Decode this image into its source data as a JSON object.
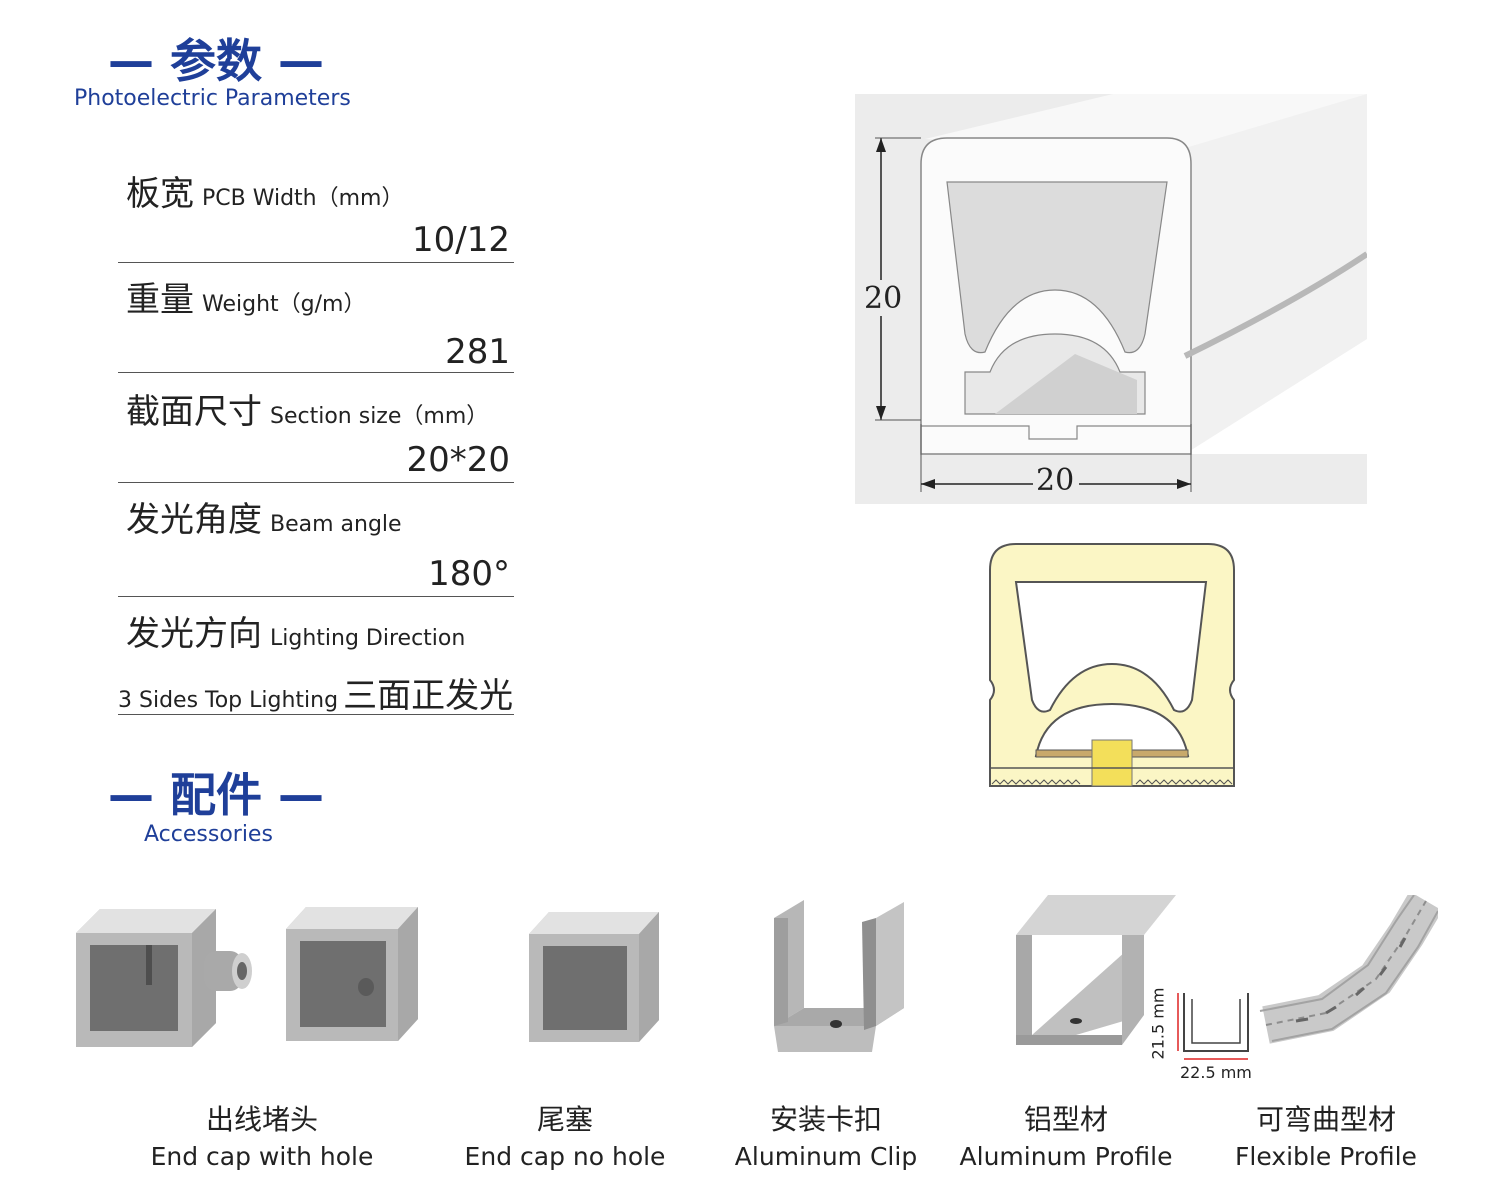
{
  "params_section": {
    "title": "— 参数 —",
    "subtitle": "Photoelectric Parameters"
  },
  "params": [
    {
      "cn": "板宽",
      "en": "PCB Width（mm）",
      "value": "10/12"
    },
    {
      "cn": "重量",
      "en": "Weight（g/m）",
      "value": "281"
    },
    {
      "cn": "截面尺寸",
      "en": "Section size（mm）",
      "value": "20*20"
    },
    {
      "cn": "发光角度",
      "en": "Beam angle",
      "value": "180°"
    },
    {
      "cn": "发光方向",
      "en": "Lighting Direction",
      "value_en": "3 Sides Top Lighting",
      "value_cn": "三面正发光"
    }
  ],
  "diagram": {
    "height_label": "20",
    "width_label": "20"
  },
  "accessories_section": {
    "title": "— 配件 —",
    "subtitle": "Accessories"
  },
  "accessories": [
    {
      "cn": "出线堵头",
      "en": "End cap with hole"
    },
    {
      "cn": "尾塞",
      "en": "End cap no hole"
    },
    {
      "cn": "安装卡扣",
      "en": "Aluminum Clip"
    },
    {
      "cn": "铝型材",
      "en": "Aluminum Profile"
    },
    {
      "cn": "可弯曲型材",
      "en": "Flexible Profile"
    }
  ],
  "profile_dims": {
    "height": "21.5 mm",
    "width": "22.5 mm"
  },
  "colors": {
    "brand_blue": "#1f3f99",
    "glow": "#fbf6c5",
    "led": "#f3df5a"
  }
}
